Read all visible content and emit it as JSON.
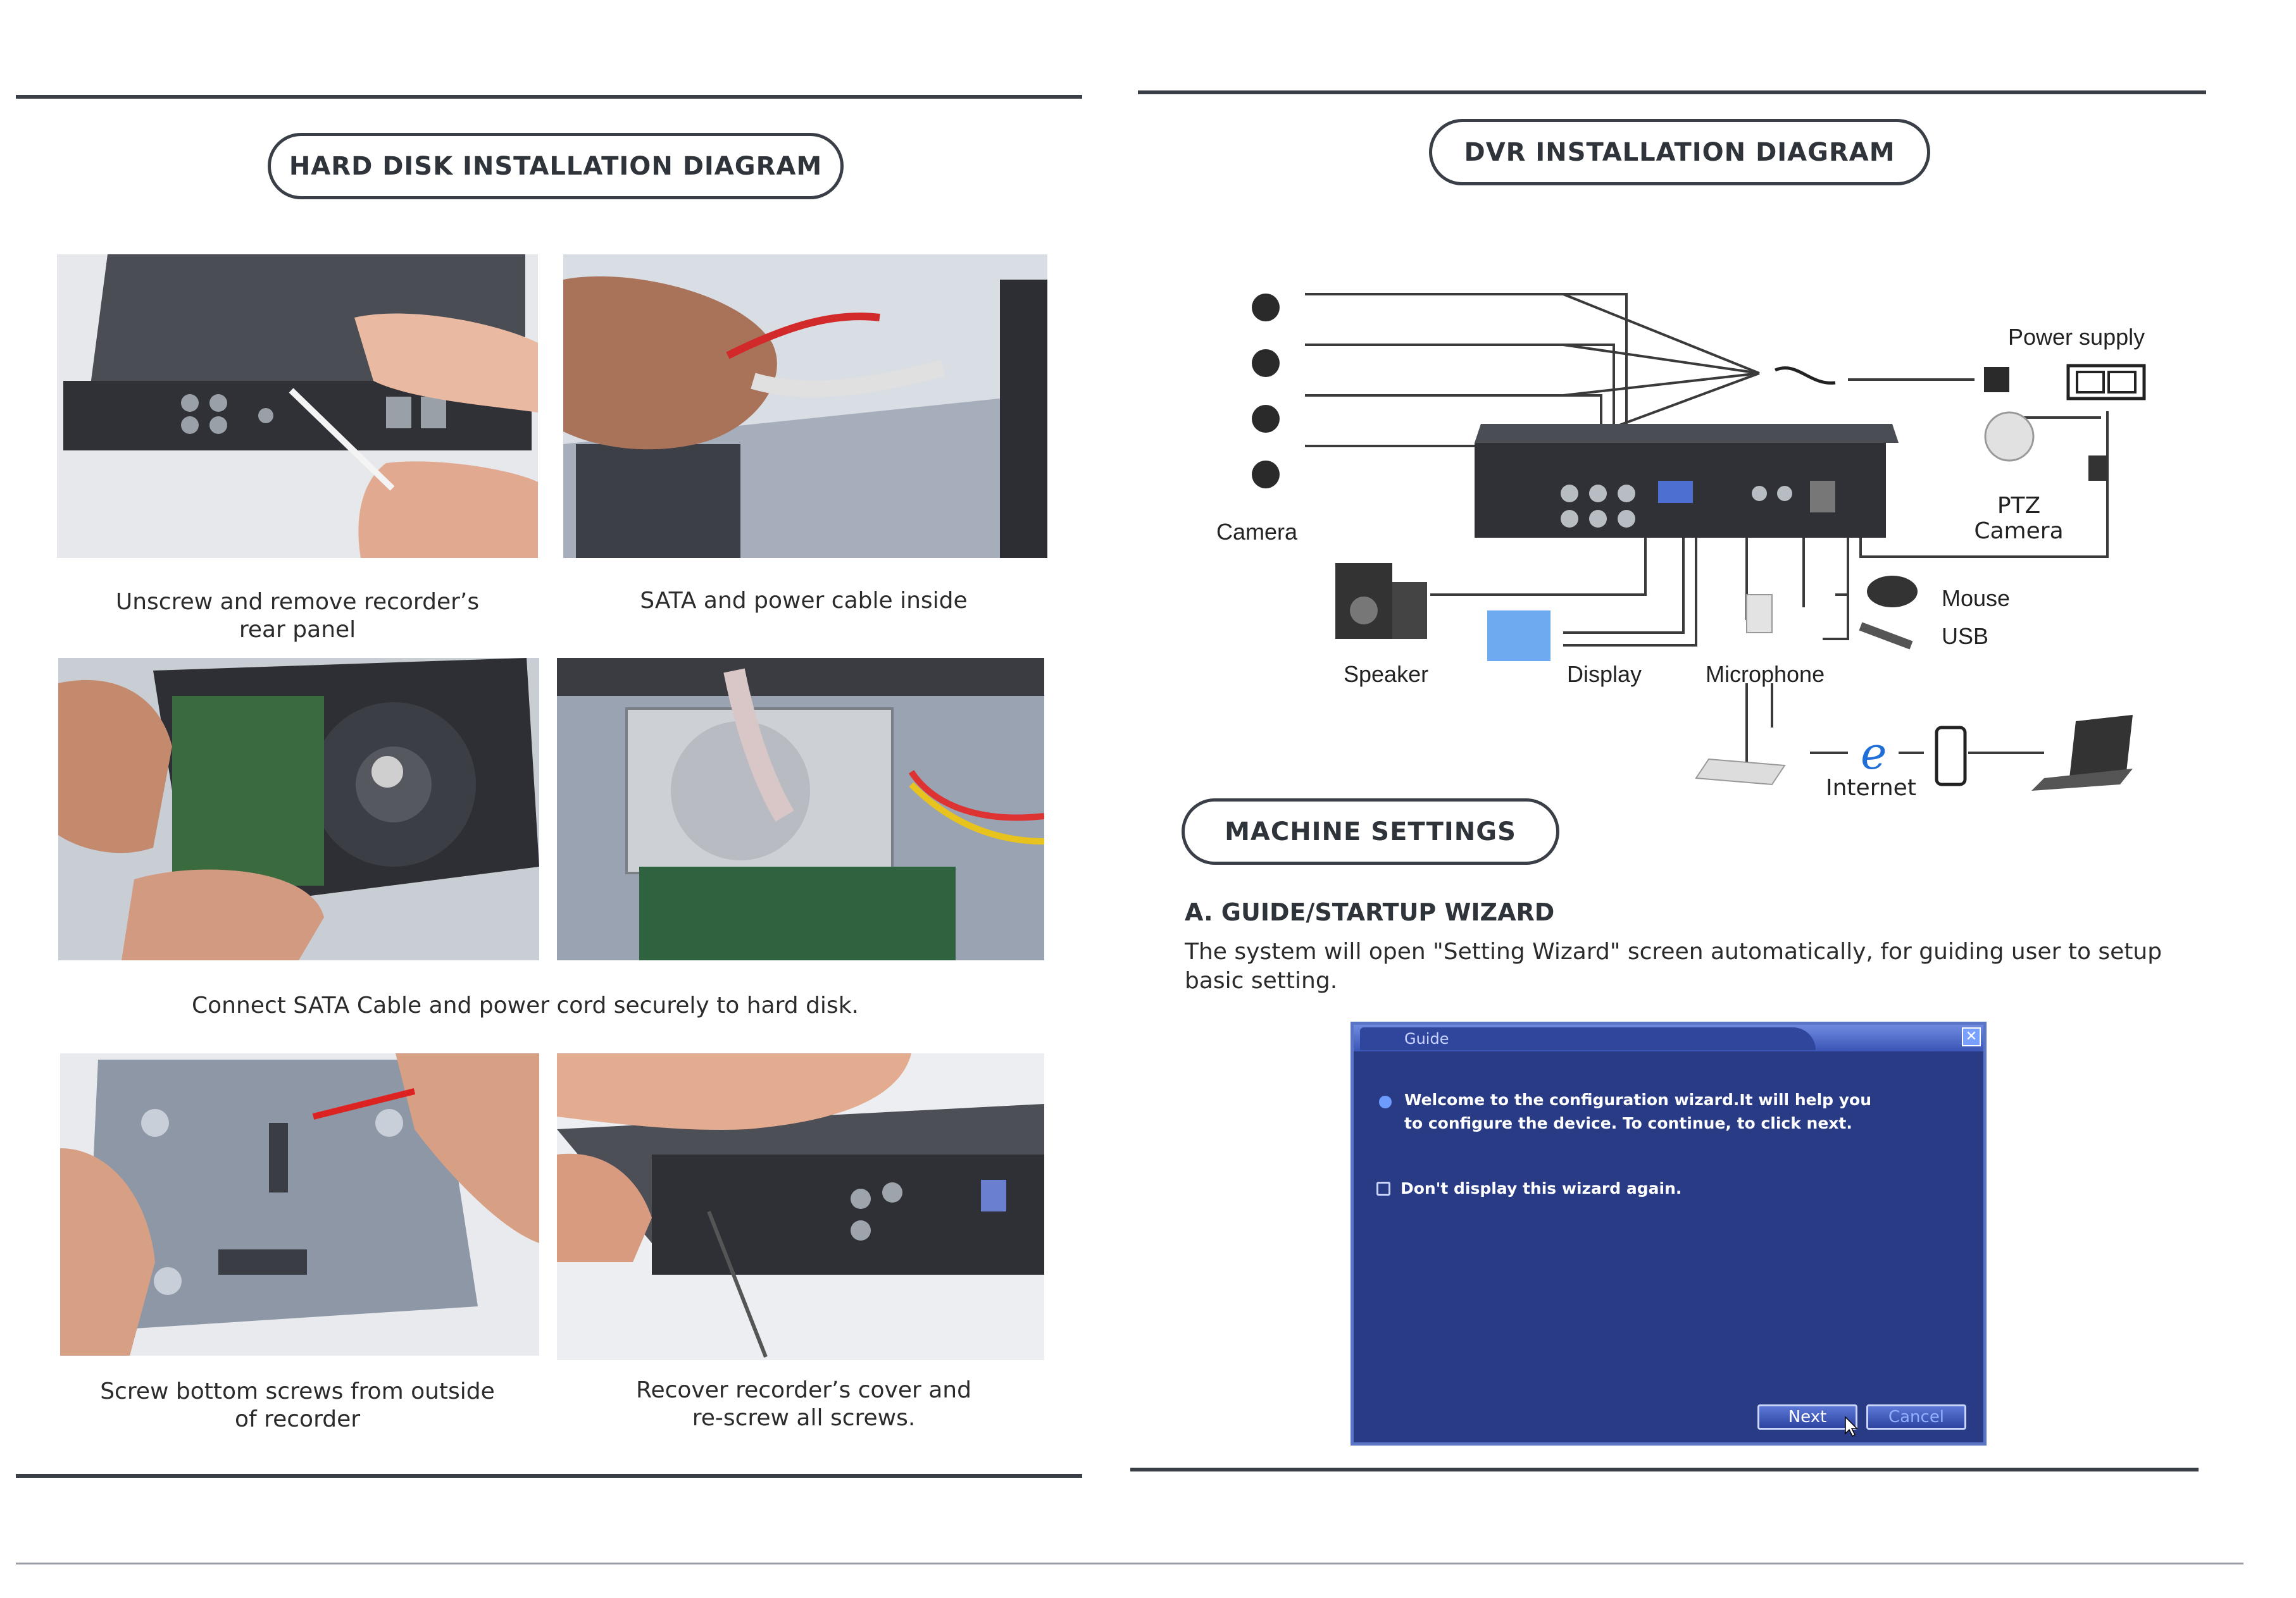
{
  "left_page": {
    "title": "HARD DISK INSTALLATION DIAGRAM",
    "captions": {
      "step1": "Unscrew and remove recorder’s\nrear panel",
      "step2": "SATA and power cable inside",
      "step3": "Connect SATA Cable and power cord securely to hard disk.",
      "step4": "Screw bottom screws from outside\nof recorder",
      "step5": "Recover recorder’s cover and\nre-screw all screws."
    }
  },
  "right_page": {
    "title": "DVR INSTALLATION DIAGRAM",
    "diagram_labels": {
      "camera": "Camera",
      "power_supply": "Power supply",
      "ptz_camera": "PTZ\nCamera",
      "mouse": "Mouse",
      "usb": "USB",
      "speaker": "Speaker",
      "display": "Display",
      "microphone": "Microphone",
      "internet": "Internet"
    },
    "settings_title": "MACHINE SETTINGS",
    "section_heading": "A. GUIDE/STARTUP WIZARD",
    "section_text": "The system will open \"Setting Wizard\" screen automatically, for guiding user to setup basic setting.",
    "guide_dialog": {
      "title": "Guide",
      "message": "Welcome to the configuration wizard.It will help you to configure the device. To continue, to click next.",
      "checkbox_label": "Don't display this wizard again.",
      "next_label": "Next",
      "cancel_label": "Cancel"
    }
  }
}
